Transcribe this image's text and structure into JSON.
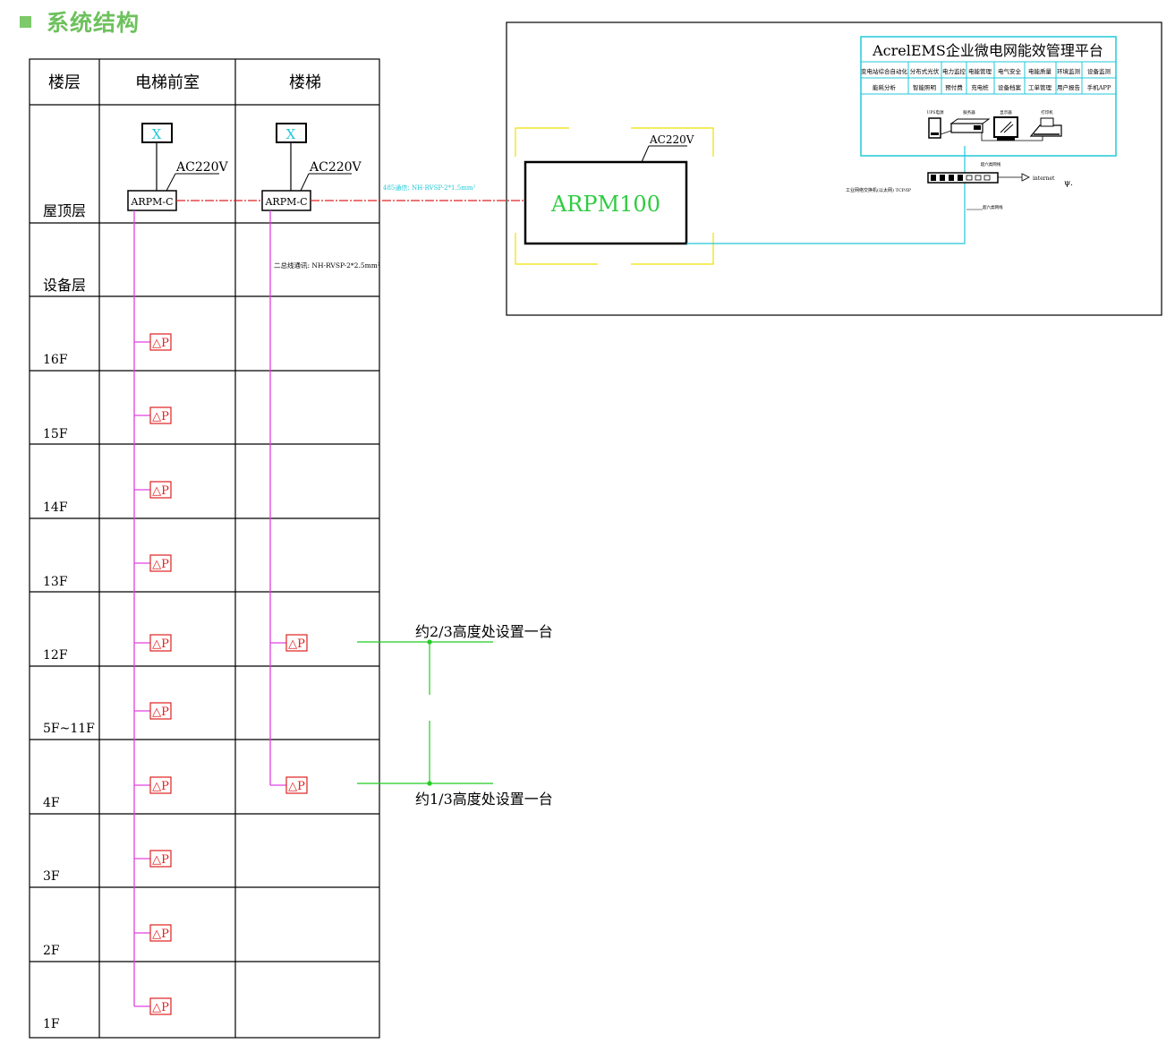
{
  "section_title": "系统结构",
  "table": {
    "headers": [
      "楼层",
      "电梯前室",
      "楼梯"
    ],
    "floors": [
      "屋顶层",
      "设备层",
      "16F",
      "15F",
      "14F",
      "13F",
      "12F",
      "5F~11F",
      "4F",
      "3F",
      "2F",
      "1F"
    ]
  },
  "roof": {
    "fan_symbol": "X",
    "voltage": "AC220V",
    "controller": "ARPM-C",
    "rs485_label": "485通信: NH-RVSP-2*1.5mm²",
    "bus_label": "二总线通讯: NH-RVSP-2*2.5mm²"
  },
  "sensor_label": "△P",
  "annotations": {
    "upper": "约2/3高度处设置一台",
    "lower": "约1/3高度处设置一台"
  },
  "host": {
    "name": "ARPM100",
    "voltage": "AC220V"
  },
  "platform": {
    "title": "AcrelEMS企业微电网能效管理平台",
    "row1": [
      "变电站综合自动化",
      "分布式光伏",
      "电力监控",
      "电能管理",
      "电气安全",
      "电能质量",
      "环境监测",
      "设备监测"
    ],
    "row2": [
      "能耗分析",
      "智能照明",
      "预付费",
      "充电桩",
      "设备档案",
      "工单管理",
      "用户报告",
      "手机APP"
    ],
    "devices": [
      "UPS电源",
      "服务器",
      "显示器",
      "打印机"
    ],
    "switch_label": "工业网络交换机(以太网) TCP/IP",
    "internet": "internet",
    "lan_top": "超六类网线",
    "lan_bottom": "超六类网线"
  },
  "colors": {
    "title": "#6dc15c",
    "magenta": "#e040e0",
    "red": "#e02020",
    "green": "#22cc22",
    "cyan": "#22c8d8",
    "yellow": "#f0e000",
    "host_text": "#2ecc40"
  }
}
